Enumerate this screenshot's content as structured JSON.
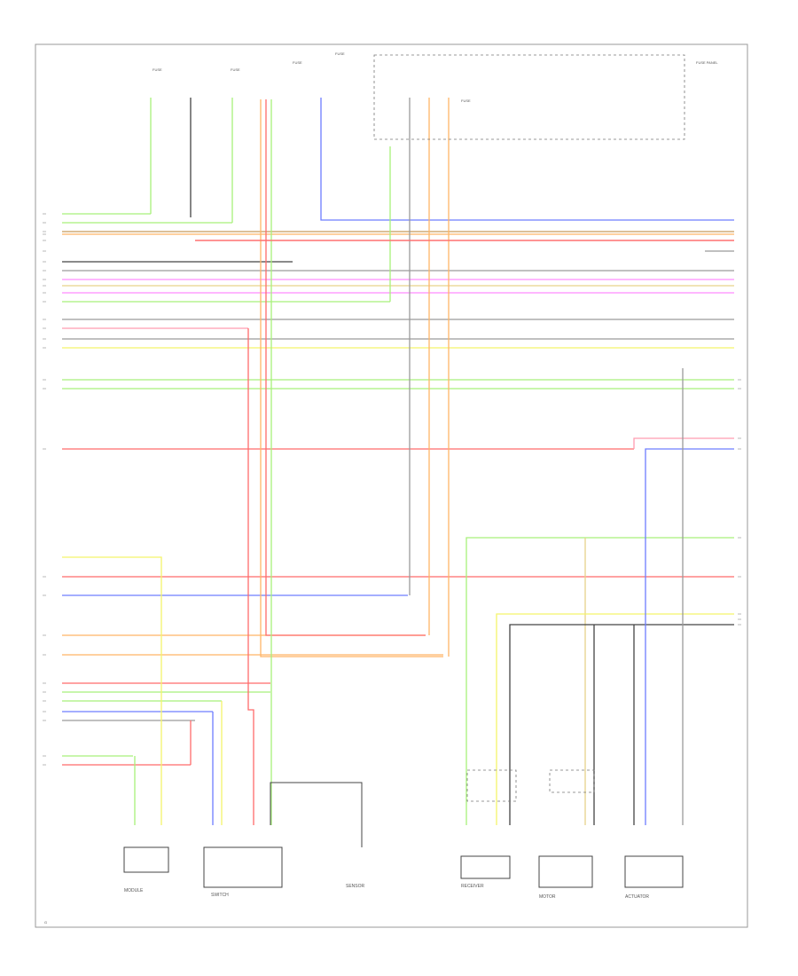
{
  "diagram": {
    "fuse_labels": [
      "FUSE",
      "FUSE",
      "FUSE",
      "FUSE",
      "FUSE"
    ],
    "fuse_module_label": "FUSE PANEL",
    "ground_label": "G",
    "bottom_components": [
      "MODULE",
      "SWITCH",
      "SENSOR",
      "RECEIVER",
      "MOTOR",
      "ACTUATOR"
    ],
    "wire_colors": {
      "green": "#a8f07a",
      "red": "#ff6b6b",
      "orange": "#ffb566",
      "yellow": "#f4f46a",
      "blue": "#6d7dff",
      "violet": "#ff8cff",
      "gray": "#9a9a9a",
      "black": "#444444",
      "brown": "#c89a5a",
      "pink": "#ff9cb0",
      "tan": "#e6d38a"
    }
  }
}
